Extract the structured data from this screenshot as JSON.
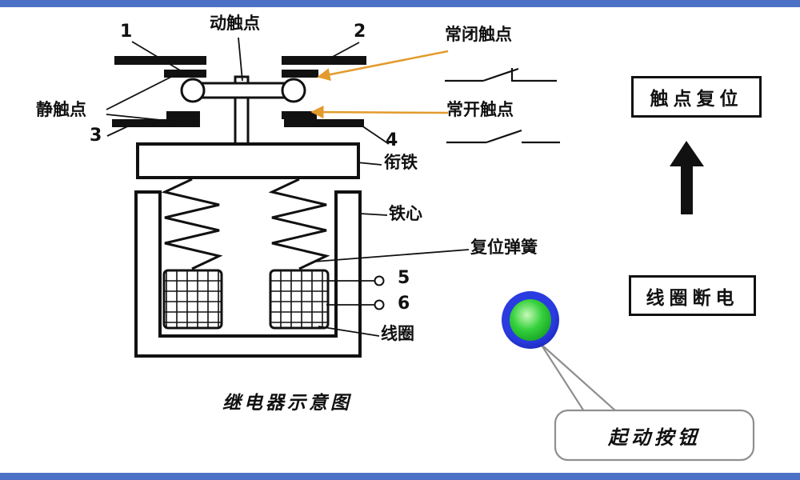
{
  "page": {
    "accent_bar_color": "#4b70c5",
    "background": "#ffffff"
  },
  "diagram": {
    "caption": "继电器示意图",
    "terminals": [
      "1",
      "2",
      "3",
      "4",
      "5",
      "6"
    ],
    "labels": {
      "moving_contact": "动触点",
      "static_contact": "静触点",
      "armature": "衔铁",
      "iron_core": "铁心",
      "return_spring": "复位弹簧",
      "coil": "线圈"
    }
  },
  "legend": {
    "normally_closed": "常闭触点",
    "normally_open": "常开触点",
    "arrow_color": "#e39b2d"
  },
  "flow": {
    "contact_reset": "触点复位",
    "coil_power_off": "线圈断电"
  },
  "start_button": {
    "label": "起动按钮",
    "ring_color": "#1b2ed2",
    "face_color": "#27c93f"
  }
}
